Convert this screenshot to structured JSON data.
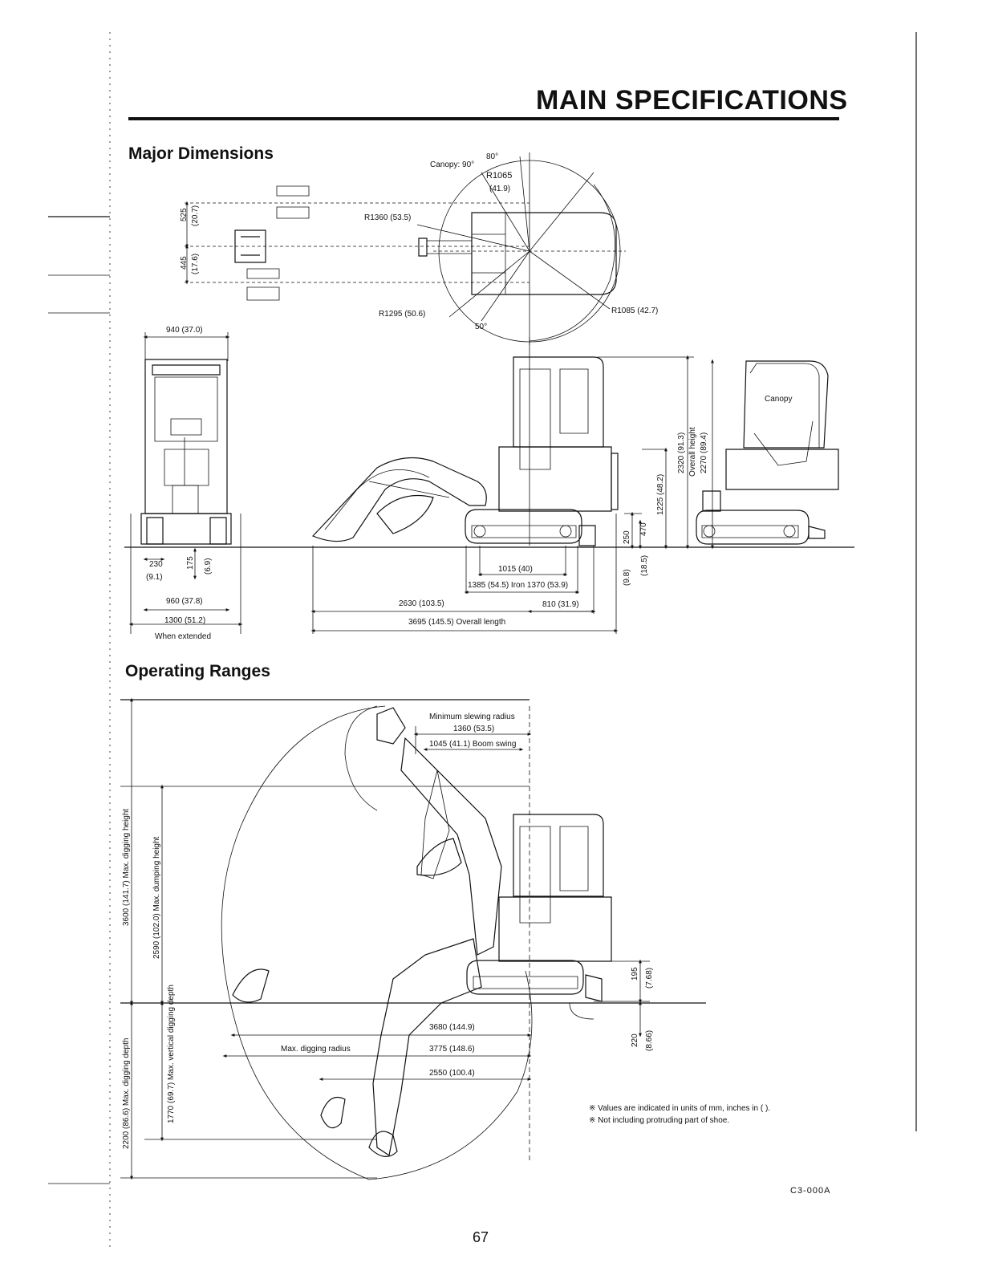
{
  "header": {
    "title": "MAIN SPECIFICATIONS"
  },
  "sections": {
    "dimensions": "Major Dimensions",
    "ranges": "Operating Ranges"
  },
  "top_view": {
    "canopy_angle": "Canopy: 90°",
    "angle_80": "80°",
    "r1065": "R1065",
    "r1065_in": "(41.9)",
    "r1360": "R1360 (53.5)",
    "r1295": "R1295 (50.6)",
    "angle_50": "50°",
    "r1085": "R1085 (42.7)",
    "d525": "525",
    "d525_in": "(20.7)",
    "d445": "445",
    "d445_in": "(17.6)"
  },
  "front_view": {
    "w940": "940 (37.0)",
    "d230": "230",
    "d230_in": "(9.1)",
    "d175": "175",
    "d175_in": "(6.9)",
    "w960": "960 (37.8)",
    "w1300": "1300 (51.2)",
    "when_extended": "When extended"
  },
  "side_view": {
    "d1015": "1015 (40)",
    "d1385": "1385 (54.5) Iron 1370 (53.9)",
    "d2630": "2630 (103.5)",
    "d810": "810 (31.9)",
    "d3695": "3695 (145.5) Overall length",
    "d250": "250",
    "d250_in": "(9.8)",
    "d470": "470",
    "d470_in": "(18.5)",
    "d1225": "1225 (48.2)",
    "d2320": "2320 (91.3)",
    "overall_height": "Overall height",
    "d2270": "2270 (89.4)",
    "canopy": "Canopy"
  },
  "ranges_view": {
    "min_slew": "Minimum slewing radius",
    "d1360": "1360 (53.5)",
    "d1045": "1045 (41.1) Boom swing",
    "max_dig_height": "3600 (141.7) Max. digging height",
    "max_dump_height": "2590 (102.0) Max. dumping height",
    "max_dig_depth": "2200 (86.6) Max. digging depth",
    "max_vert_depth": "1770 (69.7) Max. vertical digging depth",
    "d3680": "3680 (144.9)",
    "max_dig_radius": "Max. digging radius",
    "d3775": "3775 (148.6)",
    "d2550": "2550 (100.4)",
    "d195": "195",
    "d195_in": "(7.68)",
    "d220": "220",
    "d220_in": "(8.66)"
  },
  "notes": [
    "※ Values are indicated in units of mm, inches in ( ).",
    "※ Not including protruding part of shoe."
  ],
  "footer": {
    "code": "C3-000A",
    "page": "67"
  }
}
